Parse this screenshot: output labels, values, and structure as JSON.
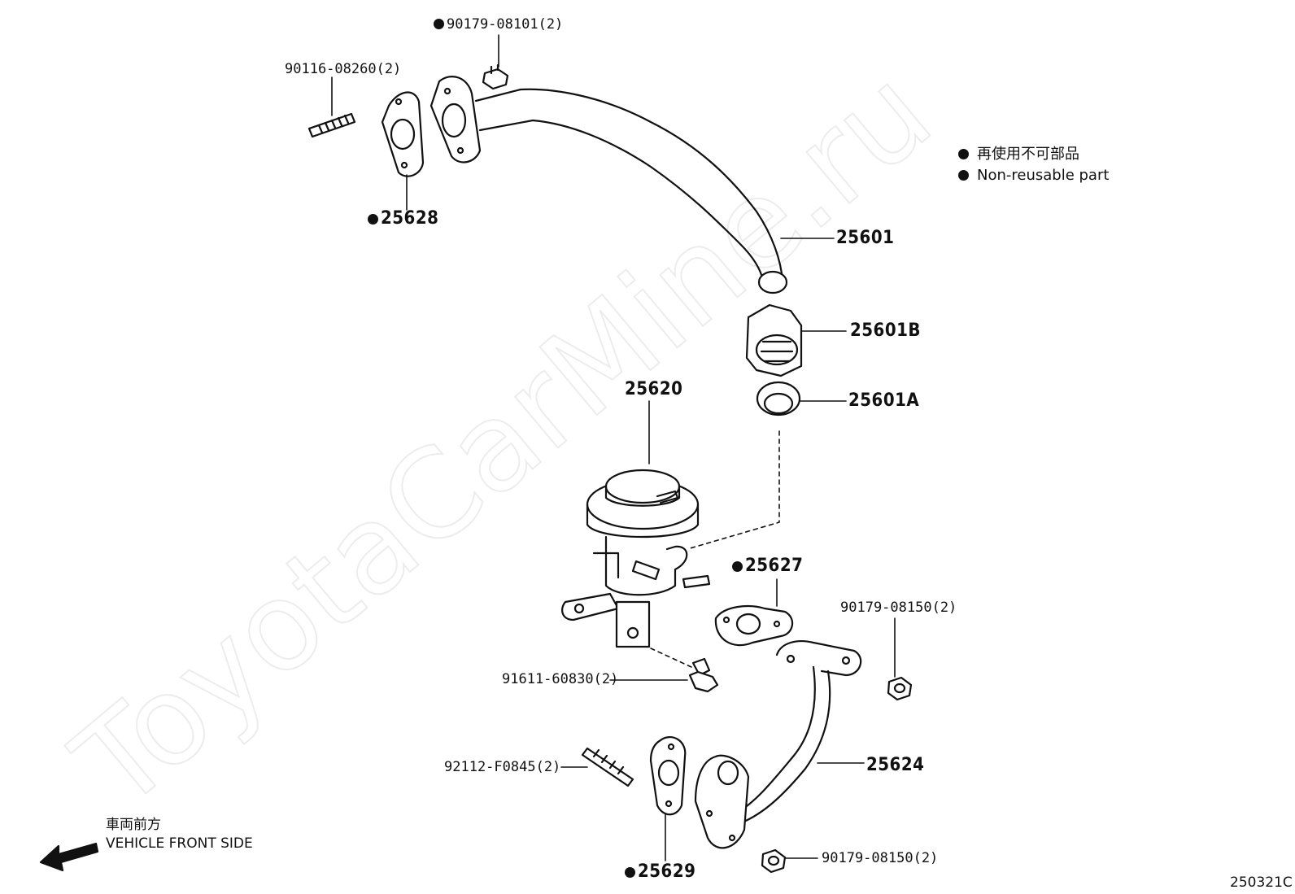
{
  "watermark": "ToyotaCarMine.ru",
  "legend": {
    "ja": "再使用不可部品",
    "en": "Non-reusable part"
  },
  "front": {
    "ja": "車両前方",
    "en": "VEHICLE FRONT SIDE"
  },
  "diagram_code": "250321C",
  "parts": {
    "nut_top": "90179-08101(2)",
    "stud_top": "90116-08260(2)",
    "gasket_top": "25628",
    "pipe_top": "25601",
    "union_nut": "25601B",
    "ring": "25601A",
    "egr_valve": "25620",
    "gasket_mid": "25627",
    "nut_right": "90179-08150(2)",
    "bolt_valve": "91611-60830(2)",
    "pipe_bottom": "25624",
    "stud_bottom": "92112-F0845(2)",
    "gasket_bottom": "25629",
    "nut_bottom": "90179-08150(2)"
  }
}
